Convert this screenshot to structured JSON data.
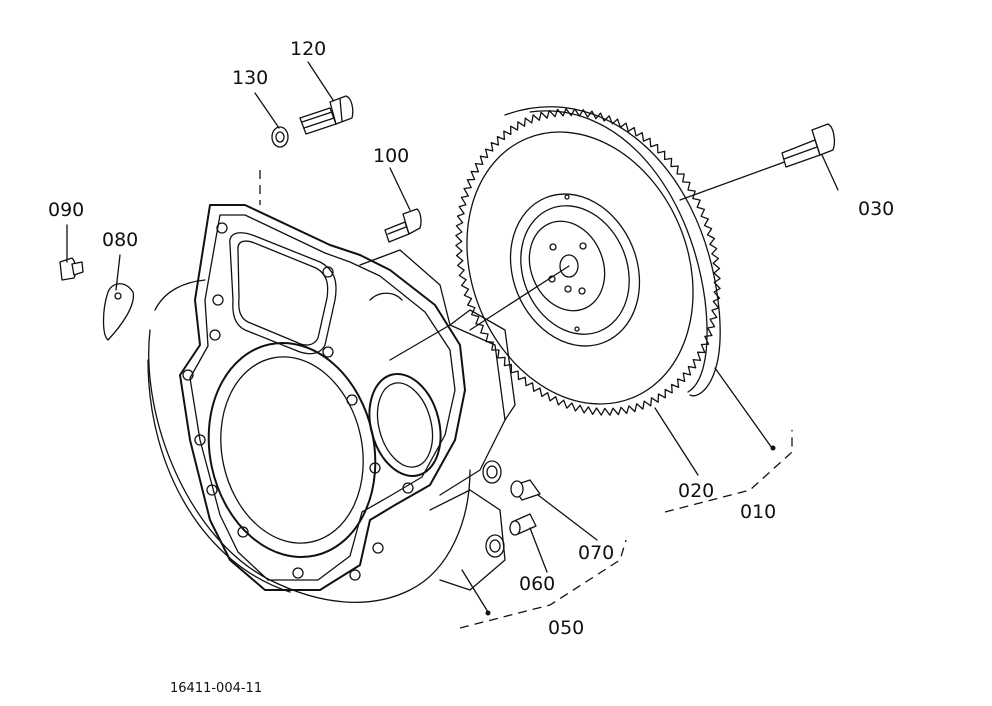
{
  "drawing_number": "16411-004-11",
  "callouts": {
    "c010": "010",
    "c020": "020",
    "c030": "030",
    "c050": "050",
    "c060": "060",
    "c070": "070",
    "c080": "080",
    "c090": "090",
    "c100": "100",
    "c120": "120",
    "c130": "130"
  },
  "colors": {
    "ink": "#111111",
    "paper": "#ffffff"
  }
}
